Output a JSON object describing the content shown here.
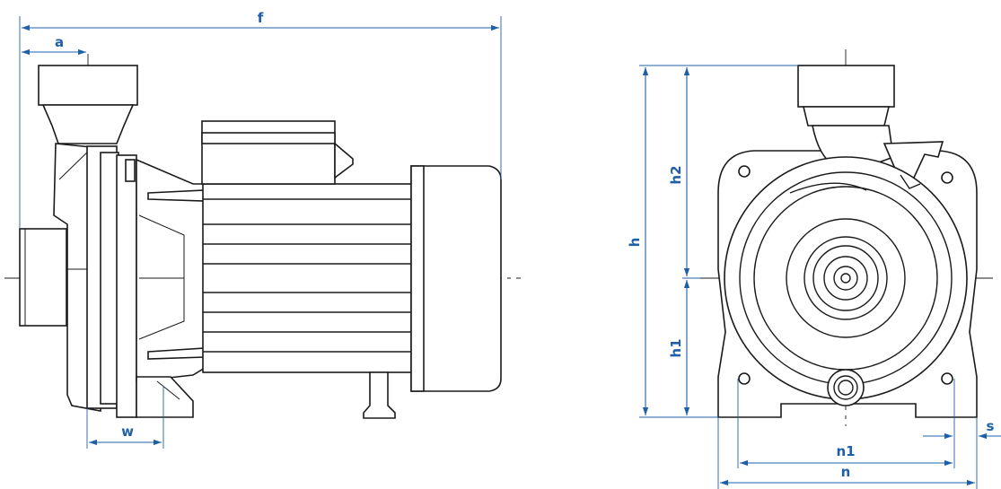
{
  "dimension_labels": {
    "f": "f",
    "a": "a",
    "w": "w",
    "h": "h",
    "h1": "h1",
    "h2": "h2",
    "n": "n",
    "n1": "n1",
    "s": "s"
  },
  "colors": {
    "dimension": "#1f5fa8",
    "outline": "#1a1a1a",
    "background": "#ffffff"
  }
}
